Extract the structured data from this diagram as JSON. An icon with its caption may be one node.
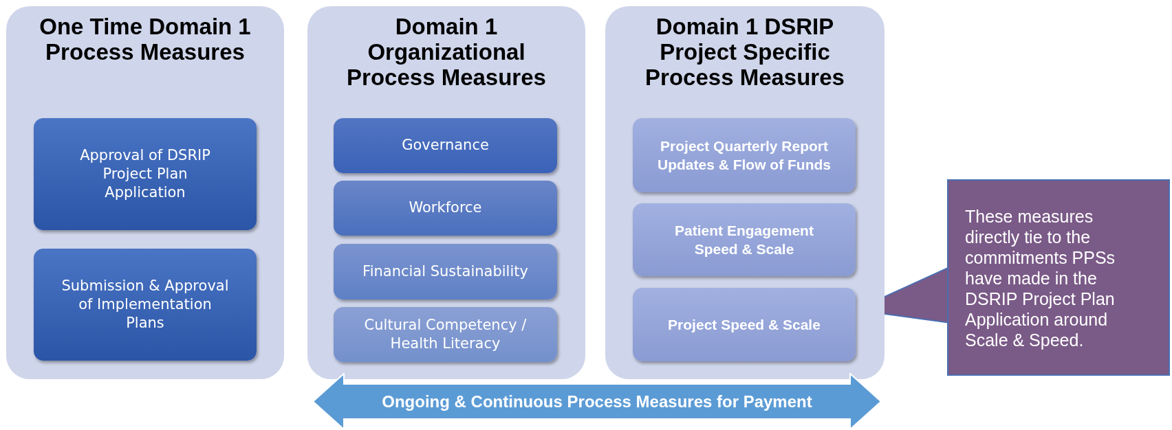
{
  "diagram": {
    "nodes": [
      {
        "text": [
          "One Time Domain 1 Process Measures"
        ]
      },
      {
        "text": [
          "Approval of DSRIP Project Plan Application"
        ],
        "in": 0
      },
      {
        "text": [
          "Submission & Approval of Implementation Plans"
        ],
        "in": 0
      },
      {
        "text": [
          "Domain 1 Organizational Process Measures"
        ]
      },
      {
        "text": [
          "Governance"
        ],
        "in": 3
      },
      {
        "text": [
          "Workforce"
        ],
        "in": 3
      },
      {
        "text": [
          "Financial Sustainability"
        ],
        "in": 3
      },
      {
        "text": [
          "Cultural Competency / Health Literacy"
        ],
        "in": 3
      },
      {
        "text": [
          "Domain 1 DSRIP Project Specific Process Measures"
        ]
      },
      {
        "text": [
          "Project Quarterly Report Updates & Flow of Funds"
        ],
        "in": 8
      },
      {
        "text": [
          "Patient Engagement Speed & Scale"
        ],
        "in": 8
      },
      {
        "text": [
          "Project Speed & Scale"
        ],
        "in": 8
      },
      {
        "text": [
          "These measures directly tie to the commitments PPSs have made in the DSRIP Project Plan Application around Scale & Speed."
        ]
      },
      {
        "text": [
          "Ongoing & Continuous Process Measures for Payment"
        ]
      }
    ],
    "edges": [
      {
        "from": 12,
        "to": 11,
        "arrow": "to"
      }
    ]
  }
}
